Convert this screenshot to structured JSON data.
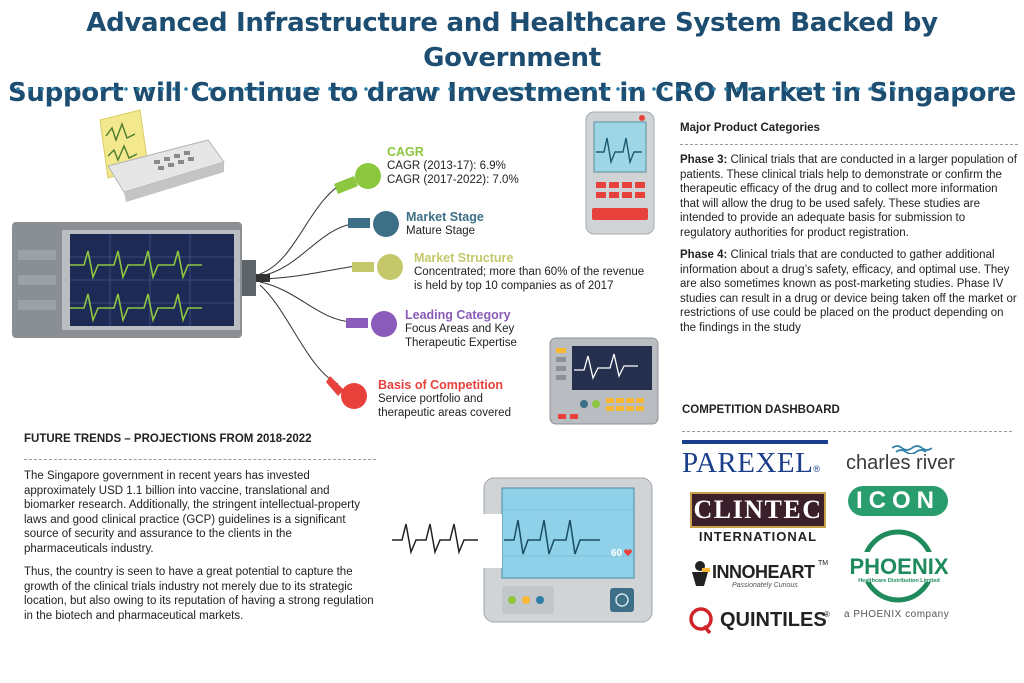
{
  "header": {
    "title_line1": "Advanced Infrastructure and Healthcare System Backed by Government",
    "title_line2": "Support will Continue to draw Investment in CRO Market in Singapore"
  },
  "colors": {
    "title": "#1d4e72",
    "cagr": "#8dc63f",
    "market_stage": "#3d6f86",
    "market_structure": "#c5c86a",
    "leading_category": "#8a5bb8",
    "basis_of_competition": "#e8413c"
  },
  "indicators": {
    "cagr": {
      "heading": "CAGR",
      "line1": "CAGR (2013-17): 6.9%",
      "line2": "CAGR (2017-2022): 7.0%"
    },
    "market_stage": {
      "heading": "Market Stage",
      "body": "Mature Stage"
    },
    "market_structure": {
      "heading": "Market Structure",
      "line1": "Concentrated; more than 60% of the revenue",
      "line2": "is held by top 10 companies as of 2017"
    },
    "leading_category": {
      "heading": "Leading Category",
      "line1": "Focus Areas and Key",
      "line2": "Therapeutic Expertise"
    },
    "basis_of_competition": {
      "heading": "Basis of Competition",
      "line1": "Service portfolio and",
      "line2": "therapeutic areas covered"
    }
  },
  "major_categories": {
    "title": "Major  Product Categories",
    "phase3": {
      "label": "Phase 3:",
      "text": " Clinical trials that are conducted in a larger population of patients. These clinical trials help to demonstrate or confirm the therapeutic efficacy of the drug and to collect more information that will allow the drug to be used safely. These studies are intended to provide an adequate basis for submission to regulatory authorities for product registration."
    },
    "phase4": {
      "label": "Phase 4:",
      "text": " Clinical trials that are conducted to gather additional information about a drug’s safety, efficacy, and optimal use. They are also sometimes known as post-marketing studies. Phase IV studies can result in a drug or device being taken off the market or restrictions of use could be placed on the product depending on the findings in the study"
    }
  },
  "competition": {
    "title": "COMPETITION DASHBOARD",
    "logos": {
      "parexel": "PAREXEL",
      "parexel_mark": "®",
      "charles_river": "charles river",
      "clintec": "CLINTEC",
      "clintec_sub": "INTERNATIONAL",
      "icon": "ICON",
      "innoheart": "INNOHEART",
      "innoheart_tm": "TM",
      "innoheart_tagline": "Passionately Curious",
      "phoenix": "PHOENIX",
      "phoenix_sub": "Healthcare Distribution Limited",
      "phoenix_company": "a PHOENIX company",
      "quintiles": "QUINTILES",
      "quintiles_mark": "®"
    }
  },
  "future": {
    "title": "FUTURE TRENDS – PROJECTIONS FROM 2018-2022",
    "para1": "The Singapore government in recent years has invested approximately USD 1.1 billion into vaccine, translational and biomarker research. Additionally, the stringent intellectual-property laws and good clinical practice (GCP) guidelines is a significant source of security and assurance to the clients in the pharmaceuticals industry.",
    "para2": "Thus, the country is seen to have a great potential to capture the growth of the clinical trials industry not merely due to its strategic location, but also owing to its reputation of having a strong regulation in the biotech and pharmaceutical markets."
  },
  "monitor": {
    "reading": "60"
  }
}
